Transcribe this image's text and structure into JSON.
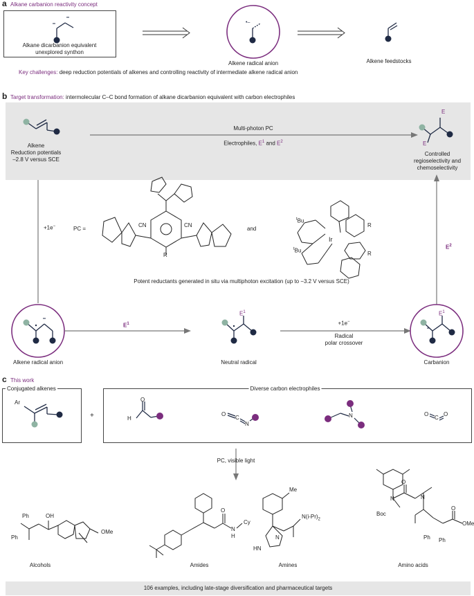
{
  "panel_a": {
    "label": "a",
    "title": "Alkane carbanion reactivity concept",
    "left_caption_1": "Alkane dicarbanion equivalent",
    "left_caption_2": "unexplored synthon",
    "middle_caption": "Alkene radical anion",
    "right_caption": "Alkene feedstocks",
    "challenge_label": "Key challenges:",
    "challenge_text": " deep reduction potentials of alkenes and controlling reactivity of intermediate alkene radical anion"
  },
  "panel_b": {
    "label": "b",
    "title_label": "Target transformation:",
    "title_text": " intermolecular C–C bond formation of alkane dicarbanion equivalent with carbon electrophiles",
    "alkene_label": "Alkene",
    "alkene_sub_1": "Reduction potentials",
    "alkene_sub_2": "–2.8 V versus SCE",
    "arrow_top_1": "Multi-photon PC",
    "arrow_top_2a": "Electrophiles, ",
    "arrow_top_e1": "E",
    "arrow_top_2b": " and ",
    "arrow_top_e2": "E",
    "product_caption_1": "Controlled",
    "product_caption_2": "regioselectivity and",
    "product_caption_3": "chemoselectivity",
    "plus_e": "+1e",
    "pc_eq": "PC =",
    "and": "and",
    "potent_text": "Potent reductants generated in situ via multiphoton excitation (up to −3.2 V versus SCE)",
    "e1_arrow": "E",
    "e2_arrow": "E",
    "plus_e_right": "+1e",
    "radical_polar_1": "Radical",
    "radical_polar_2": "polar crossover",
    "radical_anion_caption": "Alkene radical anion",
    "neutral_radical_caption": "Neutral radical",
    "carbanion_caption": "Carbanion",
    "cn": "CN",
    "r": "R",
    "tbu": "Bu",
    "t": "t",
    "ir": "Ir",
    "n": "N"
  },
  "panel_c": {
    "label": "c",
    "title": "This work",
    "conjugated_label": "Conjugated alkenes",
    "ar": "Ar",
    "plus": "+",
    "electrophiles_label": "Diverse carbon electrophiles",
    "condition": "PC, visible light",
    "alcohols": "Alcohols",
    "amides": "Amides",
    "amines": "Amines",
    "amino_acids": "Amino acids",
    "footer": "106 examples, including late-stage diversification and pharmaceutical targets",
    "ph": "Ph",
    "oh": "OH",
    "ome": "OMe",
    "o": "O",
    "h": "H",
    "c": "C",
    "cy": "Cy",
    "me": "Me",
    "boc": "Boc",
    "hn": "HN",
    "nipr": "N(i-Pr)",
    "two": "2"
  },
  "colors": {
    "purple": "#7b2d7e",
    "navy": "#1f2a44",
    "green": "#8fb3a3",
    "gray_panel": "#e6e6e6"
  }
}
